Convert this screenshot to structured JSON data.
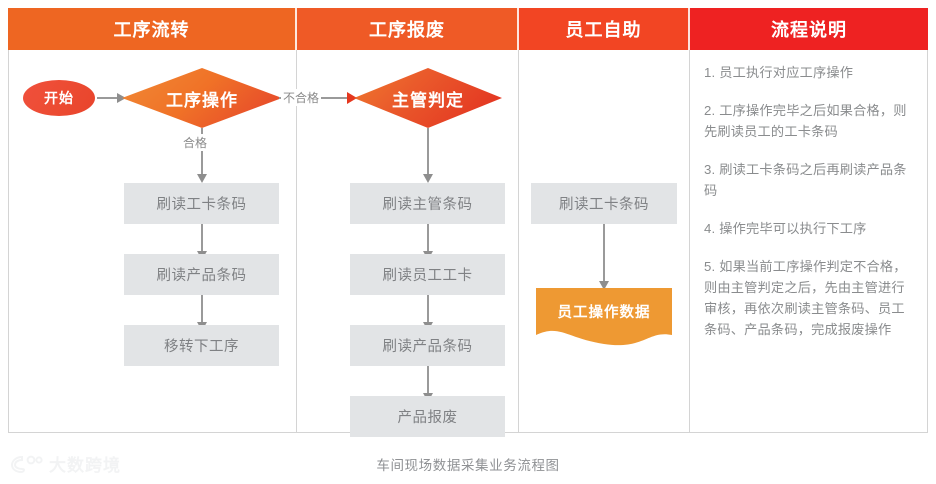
{
  "caption": "车间现场数据采集业务流程图",
  "watermark": {
    "text": "大数跨境",
    "logo_icon": "dashu-logo-icon"
  },
  "colors": {
    "header_orange": "#ee6622",
    "header_orange_2": "#ef5a26",
    "header_red_orange": "#f24523",
    "header_red": "#ee2222",
    "node_grey": "#e2e4e6",
    "node_grey_text": "#7f8184",
    "diamond_orange": "#f07c2a",
    "diamond_red": "#e8452a",
    "document_orange": "#ee9933",
    "start_red": "#ec4b32",
    "connector_grey": "#9a9a9a",
    "reject_arrow_red": "#e5371e",
    "border_grey": "#d4d4d4",
    "desc_text": "#8a8c8e"
  },
  "columns": [
    {
      "title": "工序流转"
    },
    {
      "title": "工序报废"
    },
    {
      "title": "员工自助"
    },
    {
      "title": "流程说明"
    }
  ],
  "flow": {
    "process_transfer": {
      "start": "开始",
      "decision": "工序操作",
      "pass_label": "合格",
      "fail_label": "不合格",
      "steps": [
        "刷读工卡条码",
        "刷读产品条码",
        "移转下工序"
      ]
    },
    "process_scrap": {
      "decision": "主管判定",
      "steps": [
        "刷读主管条码",
        "刷读员工工卡",
        "刷读产品条码",
        "产品报废"
      ]
    },
    "employee_self_service": {
      "steps": [
        "刷读工卡条码"
      ],
      "document": "员工操作数据"
    }
  },
  "description": {
    "items": [
      "1. 员工执行对应工序操作",
      "2. 工序操作完毕之后如果合格，则先刷读员工的工卡条码",
      "3. 刷读工卡条码之后再刷读产品条码",
      "4. 操作完毕可以执行下工序",
      "5. 如果当前工序操作判定不合格，则由主管判定之后，先由主管进行审核，再依次刷读主管条码、员工条码、产品条码，完成报废操作"
    ]
  }
}
